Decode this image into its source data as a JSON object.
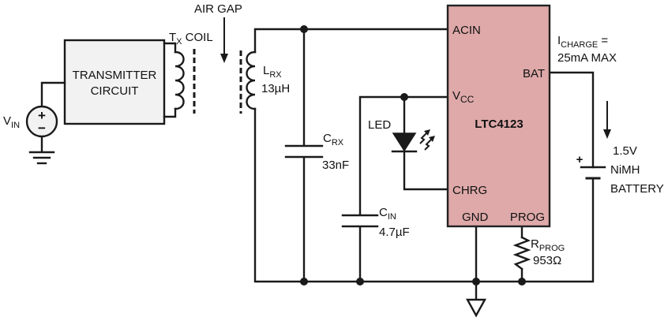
{
  "colors": {
    "ic_fill": "#dfa9a9",
    "ic_stroke": "#222222",
    "wire": "#1a1a1a",
    "block_fill": "#f2f2f2"
  },
  "labels": {
    "air_gap": "AIR GAP",
    "tx_coil": {
      "main": "T",
      "sub": "X",
      "tail": " COIL"
    },
    "transmitter": [
      "TRANSMITTER",
      "CIRCUIT"
    ],
    "vin": {
      "main": "V",
      "sub": "IN"
    },
    "lrx": {
      "main": "L",
      "sub": "RX",
      "value": "13µH"
    },
    "crx": {
      "main": "C",
      "sub": "RX",
      "value": "33nF"
    },
    "cin": {
      "main": "C",
      "sub": "IN",
      "value": "4.7µF"
    },
    "led": "LED",
    "rprog": {
      "main": "R",
      "sub": "PROG",
      "value": "953Ω"
    },
    "icharge": {
      "main": "I",
      "sub": "CHARGE",
      "tail": " =",
      "line2": "25mA MAX"
    },
    "battery": [
      "1.5V",
      "NiMH",
      "BATTERY"
    ],
    "battery_plus": "+"
  },
  "ic": {
    "name": "LTC4123",
    "pins": {
      "acin": "ACIN",
      "vcc": {
        "main": "V",
        "sub": "CC"
      },
      "chrg": "CHRG",
      "bat": "BAT",
      "gnd": "GND",
      "prog": "PROG"
    }
  },
  "source_symbols": {
    "plus": "+",
    "minus": "−"
  }
}
